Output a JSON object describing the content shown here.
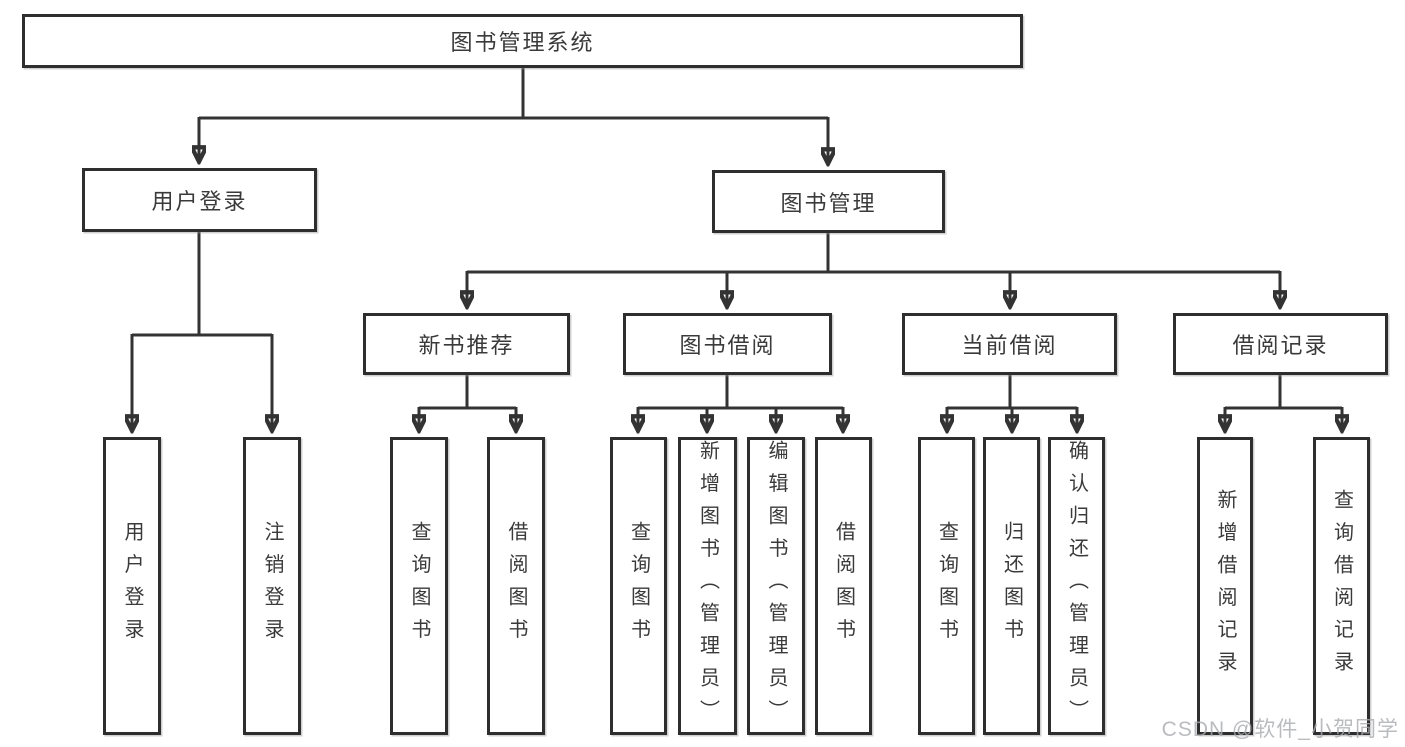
{
  "diagram": {
    "root": {
      "label": "图书管理系统"
    },
    "level2": [
      {
        "label": "用户登录"
      },
      {
        "label": "图书管理"
      }
    ],
    "level3": [
      {
        "label": "新书推荐"
      },
      {
        "label": "图书借阅"
      },
      {
        "label": "当前借阅"
      },
      {
        "label": "借阅记录"
      }
    ],
    "leaves": {
      "user_login": [
        "用户登录",
        "注销登录"
      ],
      "new_books": [
        "查询图书",
        "借阅图书"
      ],
      "book_borrow": [
        "查询图书",
        "新增图书（管理员）",
        "编辑图书（管理员）",
        "借阅图书"
      ],
      "current_borrow": [
        "查询图书",
        "归还图书",
        "确认归还（管理员）"
      ],
      "borrow_records": [
        "新增借阅记录",
        "查询借阅记录"
      ]
    },
    "line_color": "#333333"
  },
  "watermark": {
    "text": "CSDN @软件_小贺同学",
    "color": "#a9abb0"
  }
}
